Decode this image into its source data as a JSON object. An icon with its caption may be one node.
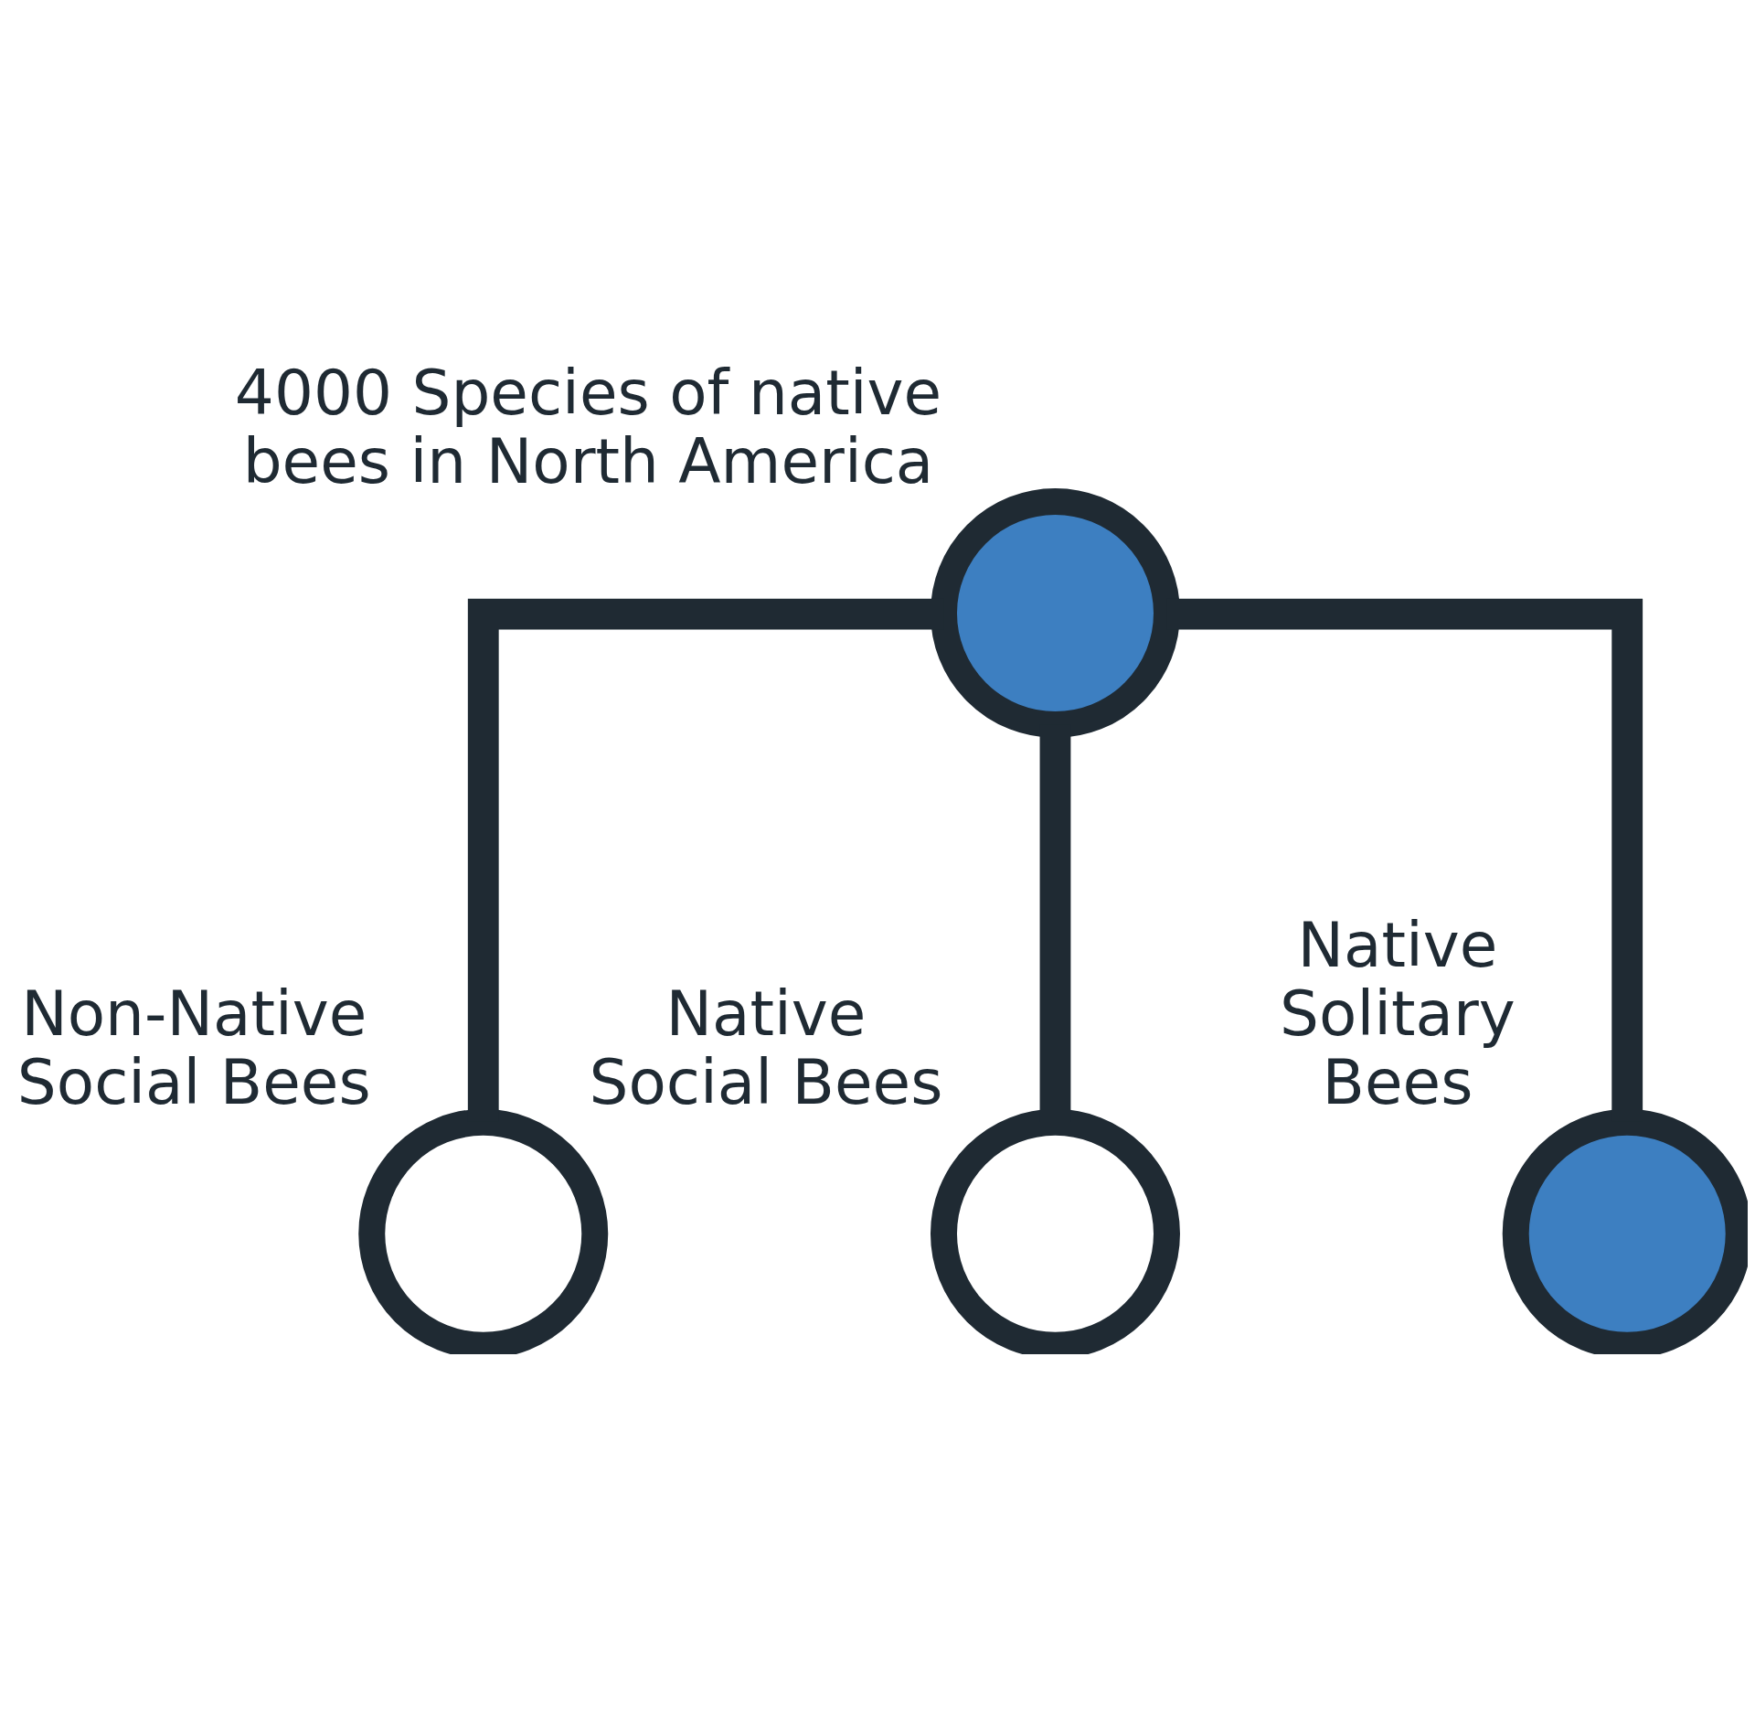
{
  "diagram": {
    "nodes": [
      {
        "text": [
          "4000 Species of native bees in North America"
        ]
      },
      {
        "text": [
          "Non-Native Social Bees"
        ]
      },
      {
        "text": [
          "Native Social Bees"
        ]
      },
      {
        "text": [
          "Native Solitary Bees"
        ]
      }
    ],
    "edges": [
      {
        "from": 0,
        "to": 1,
        "arrow": "none"
      },
      {
        "from": 0,
        "to": 2,
        "arrow": "none"
      },
      {
        "from": 0,
        "to": 3,
        "arrow": "none"
      }
    ]
  }
}
